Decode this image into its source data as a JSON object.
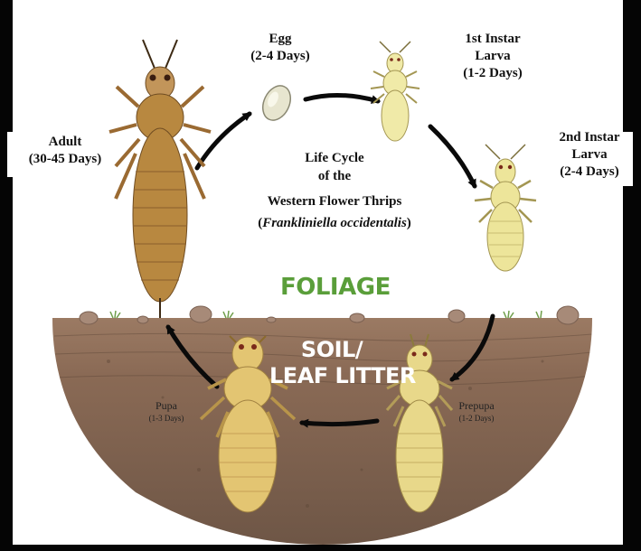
{
  "title": {
    "line1": "Life Cycle",
    "line2": "of the",
    "line3": "Western Flower Thrips",
    "scientific_open": "(",
    "scientific": "Frankliniella occidentalis",
    "scientific_close": ")"
  },
  "regions": {
    "foliage": "FOLIAGE",
    "soil_line1": "SOIL/",
    "soil_line2": "LEAF LITTER"
  },
  "stages": {
    "egg": {
      "name": "Egg",
      "duration": "(2-4 Days)"
    },
    "instar1": {
      "name_line1": "1st Instar",
      "name_line2": "Larva",
      "duration": "(1-2 Days)"
    },
    "instar2": {
      "name_line1": "2nd Instar",
      "name_line2": "Larva",
      "duration": "(2-4 Days)"
    },
    "prepupa": {
      "name": "Prepupa",
      "duration": "(1-2 Days)"
    },
    "pupa": {
      "name": "Pupa",
      "duration": "(1-3 Days)"
    },
    "adult": {
      "name": "Adult",
      "duration": "(30-45 Days)"
    }
  },
  "colors": {
    "foliage_text": "#5a9e3a",
    "soil_text": "#ffffff",
    "soil": "#8a6a55",
    "soil_dark": "#6e5646",
    "arrow": "#0a0a0a",
    "frame": "#050505",
    "larva": "#efe6a0",
    "pupa": "#e0c36a",
    "adult": "#b8863e"
  }
}
